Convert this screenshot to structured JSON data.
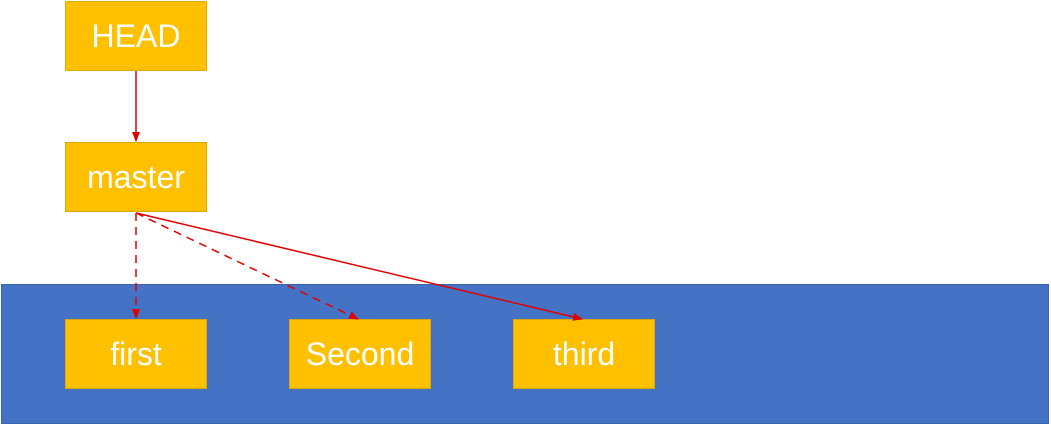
{
  "nodes": {
    "head": "HEAD",
    "master": "master",
    "first": "first",
    "second": "Second",
    "third": "third"
  },
  "colors": {
    "node_fill": "#ffc000",
    "band_fill": "#4472c4",
    "arrow": "#e00000",
    "text": "#ffffff"
  },
  "edges": [
    {
      "from": "head",
      "to": "master",
      "style": "solid"
    },
    {
      "from": "master",
      "to": "first",
      "style": "dashed"
    },
    {
      "from": "master",
      "to": "second",
      "style": "dashed"
    },
    {
      "from": "master",
      "to": "third",
      "style": "solid"
    }
  ]
}
